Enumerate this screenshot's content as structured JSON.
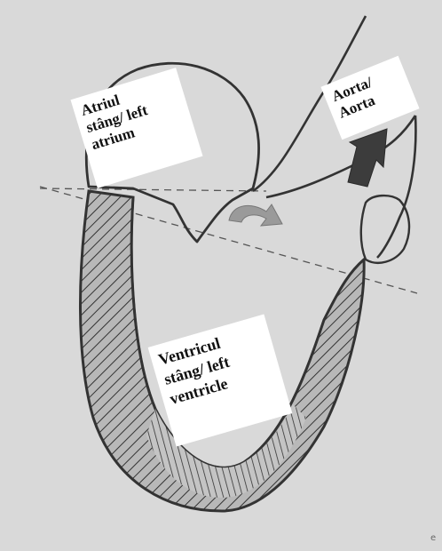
{
  "labels": {
    "left_atrium": "Atriul\nstâng/ left\natrium",
    "aorta": "Aorta/\nAorta",
    "left_ventricle": "Ventricul\nstâng/ left\nventricle"
  },
  "corner_mark": "e",
  "colors": {
    "background": "#d9d9d9",
    "outline": "#3a3a3a",
    "hatch_fill": "#8a8a8a",
    "dashed_line": "#555555",
    "aorta_arrow": "#3c3c3c",
    "mitral_arrow": "#9a9a9a",
    "label_bg": "#ffffff"
  }
}
